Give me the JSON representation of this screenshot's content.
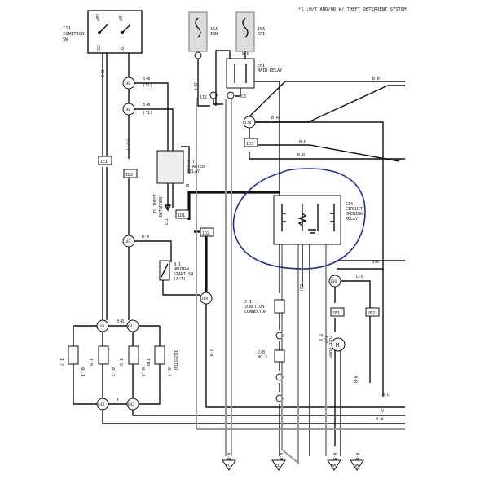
{
  "legend": "*1 :M/T AND/OR W/ THEFT DETERRENT SYSTEM",
  "fuses": [
    {
      "amp": "15A",
      "name": "IGN"
    },
    {
      "amp": "15A",
      "name": "EFI"
    }
  ],
  "ignition_switch": {
    "code": "I11",
    "name": "IGNITION",
    "unit": "SW",
    "pins": [
      "AM2",
      "AM1",
      "IG2",
      "IG1"
    ]
  },
  "efi_relay": {
    "code": "EFI",
    "name": "MAIN RELAY"
  },
  "starter_relay": {
    "code": "S 7",
    "name": "STARTER",
    "unit": "RELAY"
  },
  "theft_ecu": {
    "lines": [
      "TO THEFT",
      "DETERRENT",
      "ECU"
    ]
  },
  "neutral_switch": {
    "code": "N 1",
    "lines": [
      "NEUTRAL",
      "START SW",
      "(A/T)"
    ]
  },
  "circuit_relay": {
    "code": "C14",
    "lines": [
      "CIRCUIT",
      "OPENING",
      "RELAY"
    ]
  },
  "junction": {
    "code": "J 1",
    "lines": [
      "JUNCTION",
      "CONNECTOR"
    ]
  },
  "jb": {
    "code": "J/B",
    "name": "NO.3"
  },
  "fuel_pump": {
    "code": "F 8",
    "lines": [
      "F/P",
      "FUEL PUMP"
    ]
  },
  "injectors": [
    {
      "code": "I 7",
      "name": "NO.1"
    },
    {
      "code": "I 8",
      "name": "NO.2"
    },
    {
      "code": "I 9",
      "name": "NO.3"
    },
    {
      "code": "I10",
      "name": "NO.4"
    }
  ],
  "injector_label": "INJECTOR",
  "junctions": [
    "I40",
    "I40",
    "I70",
    "I69",
    "I69",
    "I69",
    "E43",
    "E43",
    "I30",
    "E43"
  ],
  "wires": {
    "bw": "B-W",
    "br": "B-R",
    "by": "B-Y",
    "bo": "B-O",
    "wb": "W-B",
    "wr": "W-R",
    "lb": "L-B",
    "rl": "R-L",
    "gr": "G-R",
    "y": "Y",
    "b": "B",
    "v": "V",
    "ex": "(EX)",
    "mt": "(M/T)",
    "star": "(*1)"
  },
  "connectors": [
    "IE1",
    "IE2",
    "1D1",
    "1D2",
    "1D3",
    "1C3",
    "1I2",
    "2F1",
    "2F2"
  ],
  "grounds": [
    "EC",
    "ED",
    "BM",
    "BM"
  ],
  "colors": {
    "ink": "#111111",
    "harness": "#9a9a9a",
    "annotation": "#1a2f9a"
  }
}
